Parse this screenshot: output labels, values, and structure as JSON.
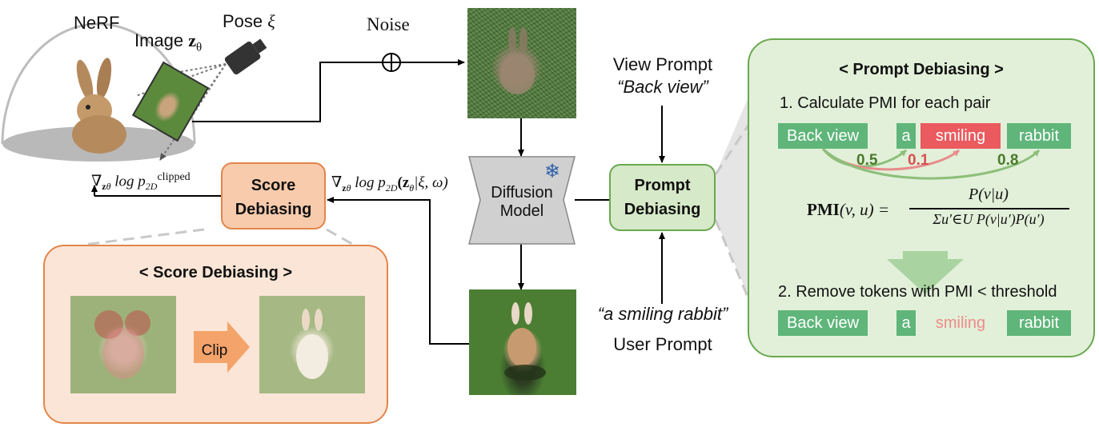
{
  "labels": {
    "nerf": "NeRF",
    "image": "Image",
    "image_sym": "z",
    "image_sub": "θ",
    "pose": "Pose",
    "pose_sym": "ξ",
    "noise": "Noise",
    "view_prompt_title": "View Prompt",
    "view_prompt_value": "“Back view”",
    "user_prompt_value": "“a smiling rabbit”",
    "user_prompt_title": "User Prompt",
    "grad_clipped": "∇",
    "grad_clipped_rest": "log p",
    "grad_clipped_sup": "clipped",
    "grad_full": "∇",
    "grad_full_rest": "log p",
    "grad_full_tail": "(z",
    "grad_full_tail2": "|ξ, ω)",
    "sub_z_theta": "z",
    "sub_theta": "θ",
    "sub_2d": "2D"
  },
  "boxes": {
    "score_debiasing": [
      "Score",
      "Debiasing"
    ],
    "prompt_debiasing": [
      "Prompt",
      "Debiasing"
    ],
    "diffusion_model": [
      "Diffusion",
      "Model"
    ],
    "snowflake_icon": "❄"
  },
  "score_panel": {
    "title": "< Score Debiasing >",
    "clip_label": "Clip"
  },
  "pmi_panel": {
    "title": "< Prompt Debiasing >",
    "step1": "1. Calculate PMI for each pair",
    "tokens": [
      "Back view",
      "a",
      "smiling",
      "rabbit"
    ],
    "pmi_values": [
      "0.5",
      "0.1",
      "0.8"
    ],
    "formula_lhs": "PMI",
    "formula_args": "(v, u) =",
    "formula_num": "P(v|u)",
    "formula_den": "Σu′∈U P(v|u′)P(u′)",
    "step2": "2. Remove tokens with PMI < threshold",
    "result_tokens": [
      "Back view",
      "a",
      "smiling",
      "rabbit"
    ]
  },
  "colors": {
    "orange_fill": "#f8cbad",
    "orange_border": "#e3854a",
    "green_fill": "#d6e9c8",
    "green_border": "#6aa84f",
    "token_green": "#5fb57a",
    "token_red": "#ea5a5e",
    "pmi_green": "#4a7a2a",
    "pmi_red": "#d94f4f"
  }
}
